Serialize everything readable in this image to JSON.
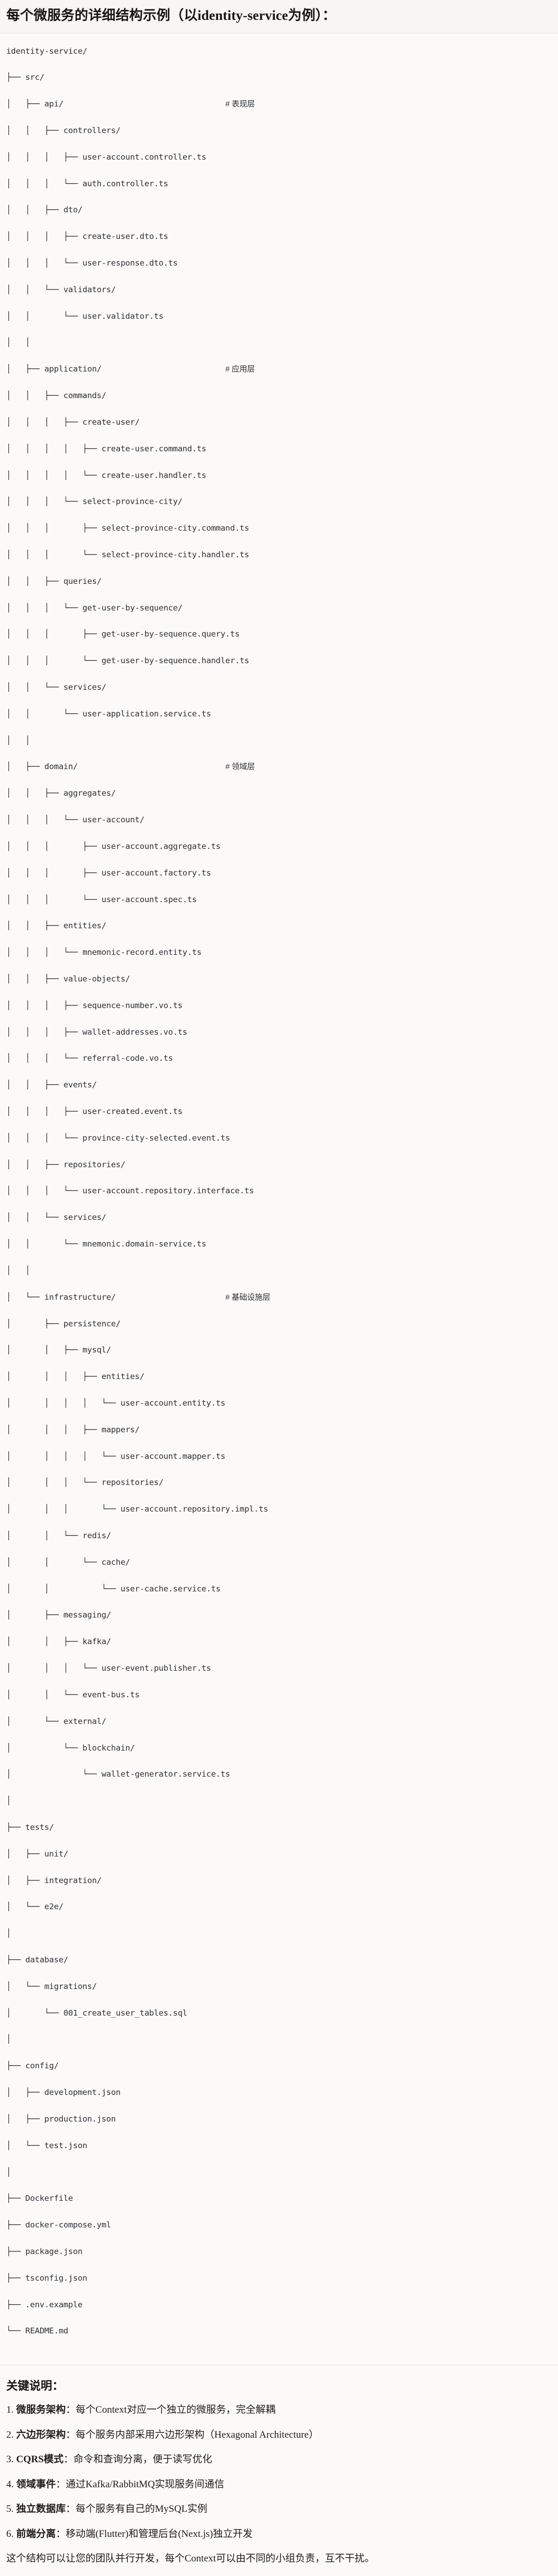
{
  "header": {
    "title": "每个微服务的详细结构示例（以identity-service为例）："
  },
  "tree": {
    "root": "identity-service/",
    "comments": {
      "api": "# 表现层",
      "application": "# 应用层",
      "domain": "# 领域层",
      "infrastructure": "# 基础设施层"
    },
    "lines": [
      {
        "prefix": "",
        "name": "identity-service/",
        "comment": ""
      },
      {
        "prefix": "├── ",
        "name": "src/",
        "comment": ""
      },
      {
        "prefix": "│   ├── ",
        "name": "api/",
        "comment": "# 表现层"
      },
      {
        "prefix": "│   │   ├── ",
        "name": "controllers/",
        "comment": ""
      },
      {
        "prefix": "│   │   │   ├── ",
        "name": "user-account.controller.ts",
        "comment": ""
      },
      {
        "prefix": "│   │   │   └── ",
        "name": "auth.controller.ts",
        "comment": ""
      },
      {
        "prefix": "│   │   ├── ",
        "name": "dto/",
        "comment": ""
      },
      {
        "prefix": "│   │   │   ├── ",
        "name": "create-user.dto.ts",
        "comment": ""
      },
      {
        "prefix": "│   │   │   └── ",
        "name": "user-response.dto.ts",
        "comment": ""
      },
      {
        "prefix": "│   │   └── ",
        "name": "validators/",
        "comment": ""
      },
      {
        "prefix": "│   │       └── ",
        "name": "user.validator.ts",
        "comment": ""
      },
      {
        "prefix": "│   │",
        "name": "",
        "comment": ""
      },
      {
        "prefix": "│   ├── ",
        "name": "application/",
        "comment": "# 应用层"
      },
      {
        "prefix": "│   │   ├── ",
        "name": "commands/",
        "comment": ""
      },
      {
        "prefix": "│   │   │   ├── ",
        "name": "create-user/",
        "comment": ""
      },
      {
        "prefix": "│   │   │   │   ├── ",
        "name": "create-user.command.ts",
        "comment": ""
      },
      {
        "prefix": "│   │   │   │   └── ",
        "name": "create-user.handler.ts",
        "comment": ""
      },
      {
        "prefix": "│   │   │   └── ",
        "name": "select-province-city/",
        "comment": ""
      },
      {
        "prefix": "│   │   │       ├── ",
        "name": "select-province-city.command.ts",
        "comment": ""
      },
      {
        "prefix": "│   │   │       └── ",
        "name": "select-province-city.handler.ts",
        "comment": ""
      },
      {
        "prefix": "│   │   ├── ",
        "name": "queries/",
        "comment": ""
      },
      {
        "prefix": "│   │   │   └── ",
        "name": "get-user-by-sequence/",
        "comment": ""
      },
      {
        "prefix": "│   │   │       ├── ",
        "name": "get-user-by-sequence.query.ts",
        "comment": ""
      },
      {
        "prefix": "│   │   │       └── ",
        "name": "get-user-by-sequence.handler.ts",
        "comment": ""
      },
      {
        "prefix": "│   │   └── ",
        "name": "services/",
        "comment": ""
      },
      {
        "prefix": "│   │       └── ",
        "name": "user-application.service.ts",
        "comment": ""
      },
      {
        "prefix": "│   │",
        "name": "",
        "comment": ""
      },
      {
        "prefix": "│   ├── ",
        "name": "domain/",
        "comment": "# 领域层"
      },
      {
        "prefix": "│   │   ├── ",
        "name": "aggregates/",
        "comment": ""
      },
      {
        "prefix": "│   │   │   └── ",
        "name": "user-account/",
        "comment": ""
      },
      {
        "prefix": "│   │   │       ├── ",
        "name": "user-account.aggregate.ts",
        "comment": ""
      },
      {
        "prefix": "│   │   │       ├── ",
        "name": "user-account.factory.ts",
        "comment": ""
      },
      {
        "prefix": "│   │   │       └── ",
        "name": "user-account.spec.ts",
        "comment": ""
      },
      {
        "prefix": "│   │   ├── ",
        "name": "entities/",
        "comment": ""
      },
      {
        "prefix": "│   │   │   └── ",
        "name": "mnemonic-record.entity.ts",
        "comment": ""
      },
      {
        "prefix": "│   │   ├── ",
        "name": "value-objects/",
        "comment": ""
      },
      {
        "prefix": "│   │   │   ├── ",
        "name": "sequence-number.vo.ts",
        "comment": ""
      },
      {
        "prefix": "│   │   │   ├── ",
        "name": "wallet-addresses.vo.ts",
        "comment": ""
      },
      {
        "prefix": "│   │   │   └── ",
        "name": "referral-code.vo.ts",
        "comment": ""
      },
      {
        "prefix": "│   │   ├── ",
        "name": "events/",
        "comment": ""
      },
      {
        "prefix": "│   │   │   ├── ",
        "name": "user-created.event.ts",
        "comment": ""
      },
      {
        "prefix": "│   │   │   └── ",
        "name": "province-city-selected.event.ts",
        "comment": ""
      },
      {
        "prefix": "│   │   ├── ",
        "name": "repositories/",
        "comment": ""
      },
      {
        "prefix": "│   │   │   └── ",
        "name": "user-account.repository.interface.ts",
        "comment": ""
      },
      {
        "prefix": "│   │   └── ",
        "name": "services/",
        "comment": ""
      },
      {
        "prefix": "│   │       └── ",
        "name": "mnemonic.domain-service.ts",
        "comment": ""
      },
      {
        "prefix": "│   │",
        "name": "",
        "comment": ""
      },
      {
        "prefix": "│   └── ",
        "name": "infrastructure/",
        "comment": "# 基础设施层"
      },
      {
        "prefix": "│       ├── ",
        "name": "persistence/",
        "comment": ""
      },
      {
        "prefix": "│       │   ├── ",
        "name": "mysql/",
        "comment": ""
      },
      {
        "prefix": "│       │   │   ├── ",
        "name": "entities/",
        "comment": ""
      },
      {
        "prefix": "│       │   │   │   └── ",
        "name": "user-account.entity.ts",
        "comment": ""
      },
      {
        "prefix": "│       │   │   ├── ",
        "name": "mappers/",
        "comment": ""
      },
      {
        "prefix": "│       │   │   │   └── ",
        "name": "user-account.mapper.ts",
        "comment": ""
      },
      {
        "prefix": "│       │   │   └── ",
        "name": "repositories/",
        "comment": ""
      },
      {
        "prefix": "│       │   │       └── ",
        "name": "user-account.repository.impl.ts",
        "comment": ""
      },
      {
        "prefix": "│       │   └── ",
        "name": "redis/",
        "comment": ""
      },
      {
        "prefix": "│       │       └── ",
        "name": "cache/",
        "comment": ""
      },
      {
        "prefix": "│       │           └── ",
        "name": "user-cache.service.ts",
        "comment": ""
      },
      {
        "prefix": "│       ├── ",
        "name": "messaging/",
        "comment": ""
      },
      {
        "prefix": "│       │   ├── ",
        "name": "kafka/",
        "comment": ""
      },
      {
        "prefix": "│       │   │   └── ",
        "name": "user-event.publisher.ts",
        "comment": ""
      },
      {
        "prefix": "│       │   └── ",
        "name": "event-bus.ts",
        "comment": ""
      },
      {
        "prefix": "│       └── ",
        "name": "external/",
        "comment": ""
      },
      {
        "prefix": "│           └── ",
        "name": "blockchain/",
        "comment": ""
      },
      {
        "prefix": "│               └── ",
        "name": "wallet-generator.service.ts",
        "comment": ""
      },
      {
        "prefix": "│",
        "name": "",
        "comment": ""
      },
      {
        "prefix": "├── ",
        "name": "tests/",
        "comment": ""
      },
      {
        "prefix": "│   ├── ",
        "name": "unit/",
        "comment": ""
      },
      {
        "prefix": "│   ├── ",
        "name": "integration/",
        "comment": ""
      },
      {
        "prefix": "│   └── ",
        "name": "e2e/",
        "comment": ""
      },
      {
        "prefix": "│",
        "name": "",
        "comment": ""
      },
      {
        "prefix": "├── ",
        "name": "database/",
        "comment": ""
      },
      {
        "prefix": "│   └── ",
        "name": "migrations/",
        "comment": ""
      },
      {
        "prefix": "│       └── ",
        "name": "001_create_user_tables.sql",
        "comment": ""
      },
      {
        "prefix": "│",
        "name": "",
        "comment": ""
      },
      {
        "prefix": "├── ",
        "name": "config/",
        "comment": ""
      },
      {
        "prefix": "│   ├── ",
        "name": "development.json",
        "comment": ""
      },
      {
        "prefix": "│   ├── ",
        "name": "production.json",
        "comment": ""
      },
      {
        "prefix": "│   └── ",
        "name": "test.json",
        "comment": ""
      },
      {
        "prefix": "│",
        "name": "",
        "comment": ""
      },
      {
        "prefix": "├── ",
        "name": "Dockerfile",
        "comment": ""
      },
      {
        "prefix": "├── ",
        "name": "docker-compose.yml",
        "comment": ""
      },
      {
        "prefix": "├── ",
        "name": "package.json",
        "comment": ""
      },
      {
        "prefix": "├── ",
        "name": "tsconfig.json",
        "comment": ""
      },
      {
        "prefix": "├── ",
        "name": ".env.example",
        "comment": ""
      },
      {
        "prefix": "└── ",
        "name": "README.md",
        "comment": ""
      }
    ]
  },
  "notes": {
    "title": "关键说明：",
    "items": [
      {
        "num": "1.",
        "lead": "微服务架构",
        "sep": "：",
        "body": "每个Context对应一个独立的微服务，完全解耦"
      },
      {
        "num": "2.",
        "lead": "六边形架构",
        "sep": "：",
        "body": "每个服务内部采用六边形架构（Hexagonal Architecture）"
      },
      {
        "num": "3.",
        "lead": "CQRS模式",
        "sep": "：",
        "body": "命令和查询分离，便于读写优化"
      },
      {
        "num": "4.",
        "lead": "领域事件",
        "sep": "：",
        "body": "通过Kafka/RabbitMQ实现服务间通信"
      },
      {
        "num": "5.",
        "lead": "独立数据库",
        "sep": "：",
        "body": "每个服务有自己的MySQL实例"
      },
      {
        "num": "6.",
        "lead": "前端分离",
        "sep": "：",
        "body": "移动端(Flutter)和管理后台(Next.js)独立开发"
      }
    ],
    "footer": "这个结构可以让您的团队并行开发，每个Context可以由不同的小组负责，互不干扰。"
  },
  "colors": {
    "page_background": "#fbfaf8",
    "title_background": "#f7f6f2",
    "divider": "#e3e1da",
    "text": "#1c1c1c",
    "tree_text": "#2b2f36"
  }
}
